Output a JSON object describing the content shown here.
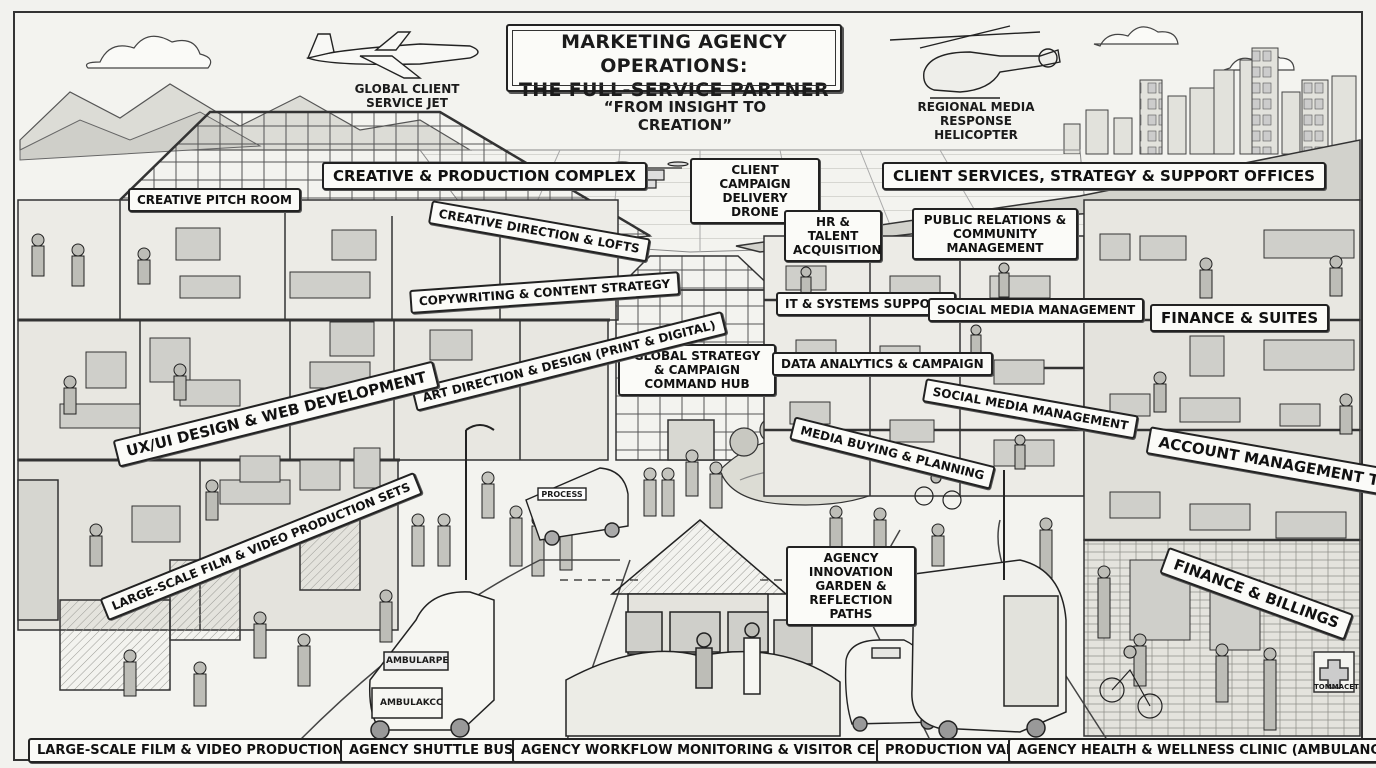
{
  "title": {
    "line1": "MARKETING AGENCY OPERATIONS:",
    "line2": "THE FULL-SERVICE PARTNER",
    "tagline": "“FROM INSIGHT TO CREATION”"
  },
  "sky": {
    "jet_caption": "GLOBAL CLIENT SERVICE JET",
    "helicopter_caption": "REGIONAL MEDIA RESPONSE HELICOPTER",
    "drone_caption": "CLIENT CAMPAIGN DELIVERY DRONE"
  },
  "zones": {
    "creative_complex": "CREATIVE & PRODUCTION COMPLEX",
    "client_services": "CLIENT SERVICES, STRATEGY & SUPPORT OFFICES",
    "strategy_hub": "GLOBAL STRATEGY & CAMPAIGN COMMAND HUB",
    "innovation_garden": "AGENCY INNOVATION GARDEN & REFLECTION PATHS"
  },
  "left_building": {
    "pitch_room": "CREATIVE PITCH ROOM",
    "creative_direction": "CREATIVE DIRECTION & LOFTS",
    "copywriting": "COPYWRITING & CONTENT STRATEGY",
    "art_direction": "ART DIRECTION & DESIGN (PRINT & DIGITAL)",
    "ux_ui": "UX/UI DESIGN & WEB DEVELOPMENT",
    "film_sets": "LARGE-SCALE FILM & VIDEO PRODUCTION SETS"
  },
  "right_building": {
    "hr": "HR & TALENT ACQUISITION",
    "pr": "PUBLIC RELATIONS & COMMUNITY MANAGEMENT",
    "it": "IT & SYSTEMS SUPPORT",
    "social_1": "SOCIAL MEDIA MANAGEMENT",
    "data_analytics": "DATA ANALYTICS & CAMPAIGN",
    "social_2": "SOCIAL MEDIA MANAGEMENT",
    "media_buying": "MEDIA BUYING & PLANNING",
    "finance_suites": "FINANCE & SUITES",
    "account_mgmt": "ACCOUNT MANAGEMENT TEAMS",
    "finance_billings": "FINANCE & BILLINGS"
  },
  "vehicles": {
    "ambulance_text": "AMBULARPE",
    "ambulance_side": "AMBULAKCC",
    "van_text": "PROCESS",
    "clinic_sign": "TOMMACET"
  },
  "bottom_labels": [
    "LARGE-SCALE FILM & VIDEO PRODUCTION SETS",
    "AGENCY SHUTTLE BUS",
    "AGENCY WORKFLOW MONITORING & VISITOR CENTER",
    "PRODUCTION VAN",
    "AGENCY HEALTH & WELLNESS CLINIC (AMBULANCE)"
  ]
}
